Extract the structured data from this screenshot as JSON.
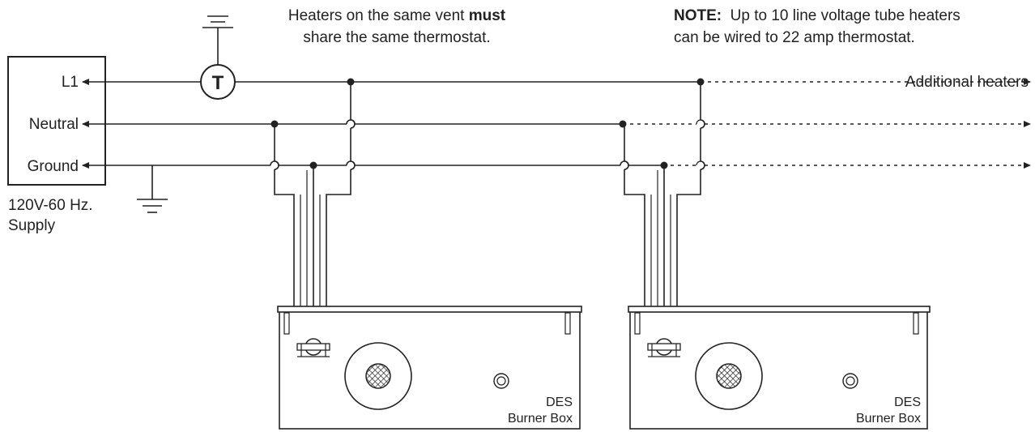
{
  "supply": {
    "terminals": [
      "L1",
      "Neutral",
      "Ground"
    ],
    "label_line1": "120V-60 Hz.",
    "label_line2": "Supply"
  },
  "thermostat": {
    "symbol": "T"
  },
  "notes": {
    "vent_line1_pre": "Heaters on the same vent ",
    "vent_line1_bold": "must",
    "vent_line2": "share the same thermostat.",
    "note_bold": "NOTE:",
    "note_line1_rest": "  Up to 10 line voltage tube heaters",
    "note_line2": "can be wired to 22 amp thermostat."
  },
  "additional_heaters": "Additional heaters",
  "burner_boxes": [
    {
      "line1": "DES",
      "line2": "Burner Box"
    },
    {
      "line1": "DES",
      "line2": "Burner Box"
    }
  ]
}
